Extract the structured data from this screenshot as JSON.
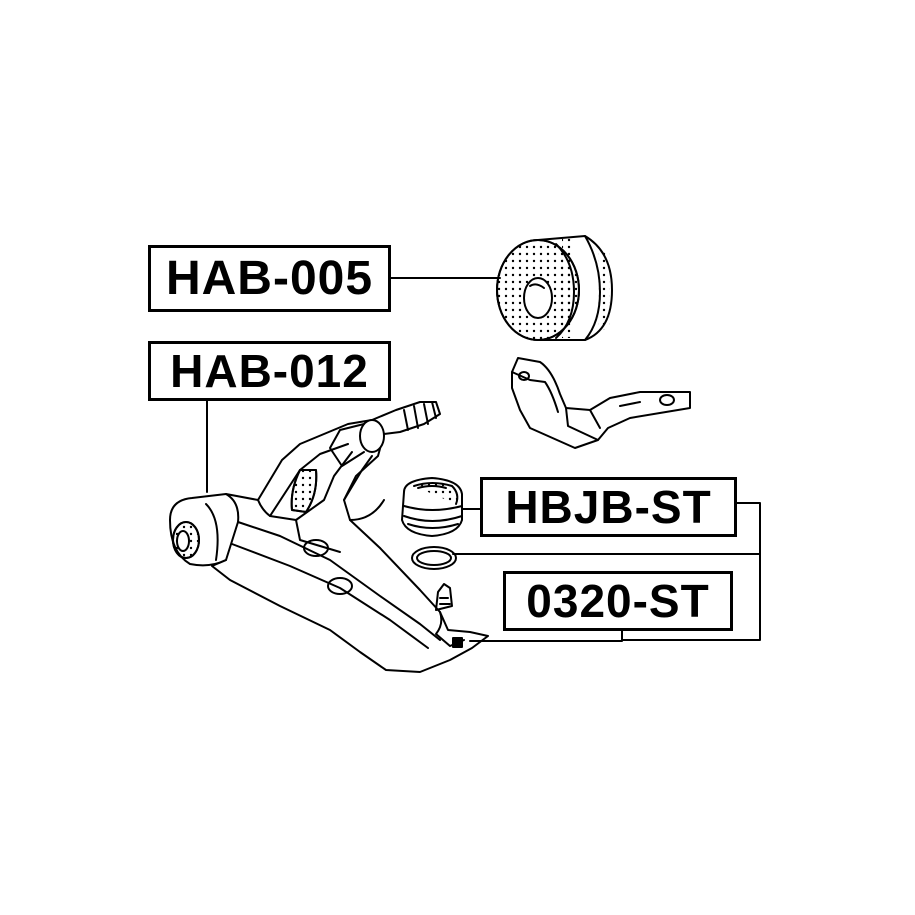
{
  "parts": [
    {
      "id": "hab005",
      "label": "HAB-005",
      "component": "front-arm-bushing"
    },
    {
      "id": "hab012",
      "label": "HAB-012",
      "component": "rear-arm-bushing"
    },
    {
      "id": "hbjb",
      "label": "HBJB-ST",
      "component": "ball-joint-boot"
    },
    {
      "id": "p0320",
      "label": "0320-ST",
      "component": "ball-joint"
    }
  ],
  "colors": {
    "line": "#000000",
    "background": "#ffffff"
  }
}
